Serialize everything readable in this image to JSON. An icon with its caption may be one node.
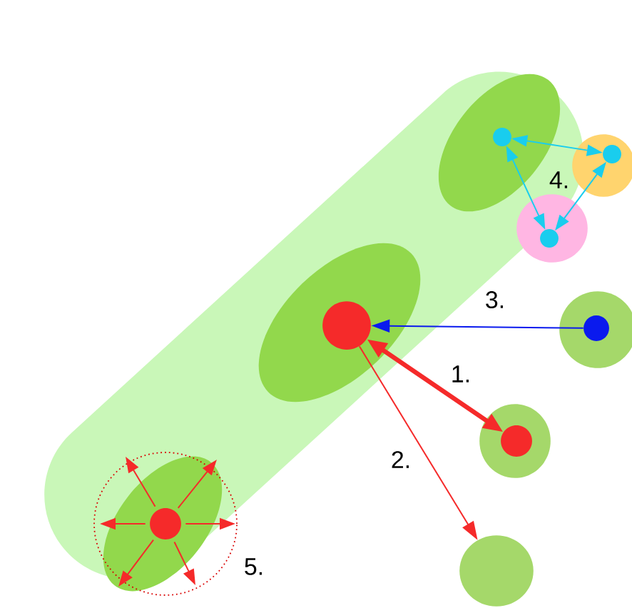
{
  "diagram": {
    "nodes": [
      {
        "text": [],
        "shape": "band"
      },
      {
        "text": [],
        "shape": "blob",
        "in": 0
      },
      {
        "text": [],
        "shape": "blob",
        "in": 0
      },
      {
        "text": [],
        "shape": "blob",
        "in": 0
      },
      {
        "text": [],
        "shape": "circle",
        "in": 1
      },
      {
        "text": [],
        "shape": "circle",
        "in": 2
      },
      {
        "text": [],
        "shape": "circle",
        "in": 3
      },
      {
        "text": [],
        "shape": "circle"
      },
      {
        "text": [],
        "shape": "circle",
        "in": 7
      },
      {
        "text": [],
        "shape": "circle"
      },
      {
        "text": [],
        "shape": "circle",
        "in": 9
      },
      {
        "text": [],
        "shape": "circle"
      },
      {
        "text": [],
        "shape": "circle",
        "in": 11
      },
      {
        "text": [],
        "shape": "circle"
      },
      {
        "text": [],
        "shape": "circle",
        "in": 13
      },
      {
        "text": [],
        "shape": "circle"
      }
    ],
    "edges": [
      {
        "from": 12,
        "to": 5,
        "arrow": "to",
        "label": "3.",
        "color": "#0a1aee"
      },
      {
        "from": 5,
        "to": 14,
        "arrow": "both",
        "label": "1.",
        "style": "thick"
      },
      {
        "from": 5,
        "to": 15,
        "arrow": "to",
        "label": "2."
      },
      {
        "from": 4,
        "to": 8,
        "arrow": "both",
        "color": "#19cdee"
      },
      {
        "from": 4,
        "to": 10,
        "arrow": "both",
        "color": "#19cdee"
      },
      {
        "from": 8,
        "to": 10,
        "arrow": "both",
        "color": "#19cdee"
      },
      {
        "from": 6,
        "to": null,
        "arrow": "to"
      },
      {
        "from": 6,
        "to": null,
        "arrow": "to"
      },
      {
        "from": 6,
        "to": null,
        "arrow": "to"
      },
      {
        "from": 6,
        "to": null,
        "arrow": "to"
      },
      {
        "from": 6,
        "to": null,
        "arrow": "to"
      },
      {
        "from": 6,
        "to": null,
        "arrow": "to"
      }
    ],
    "labels": [
      "4.",
      "5."
    ]
  }
}
